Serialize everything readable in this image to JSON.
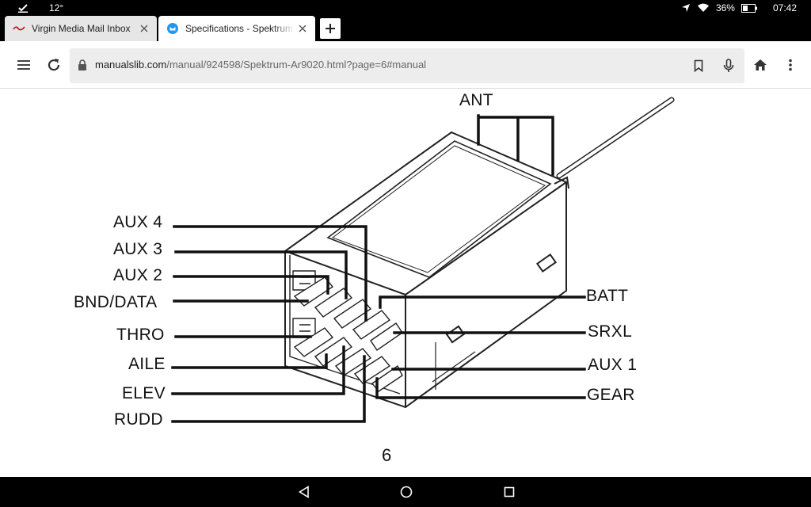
{
  "status_bar": {
    "temperature": "12°",
    "battery": "36%",
    "time": "07:42"
  },
  "tabs": [
    {
      "title": "Virgin Media Mail Inbox",
      "active": false
    },
    {
      "title": "Specifications - Spektrum AR",
      "active": true
    }
  ],
  "address_bar": {
    "host": "manualslib.com",
    "path": "/manual/924598/Spektrum-Ar9020.html?page=6#manual"
  },
  "diagram": {
    "top_label": "ANT",
    "left_labels": [
      "AUX 4",
      "AUX 3",
      "AUX 2",
      "BND/DATA",
      "THRO",
      "AILE",
      "ELEV",
      "RUDD"
    ],
    "right_labels": [
      "BATT",
      "SRXL",
      "AUX 1",
      "GEAR"
    ],
    "page_number": "6"
  },
  "colors": {
    "accent": "#2196f3",
    "line": "#111111"
  }
}
